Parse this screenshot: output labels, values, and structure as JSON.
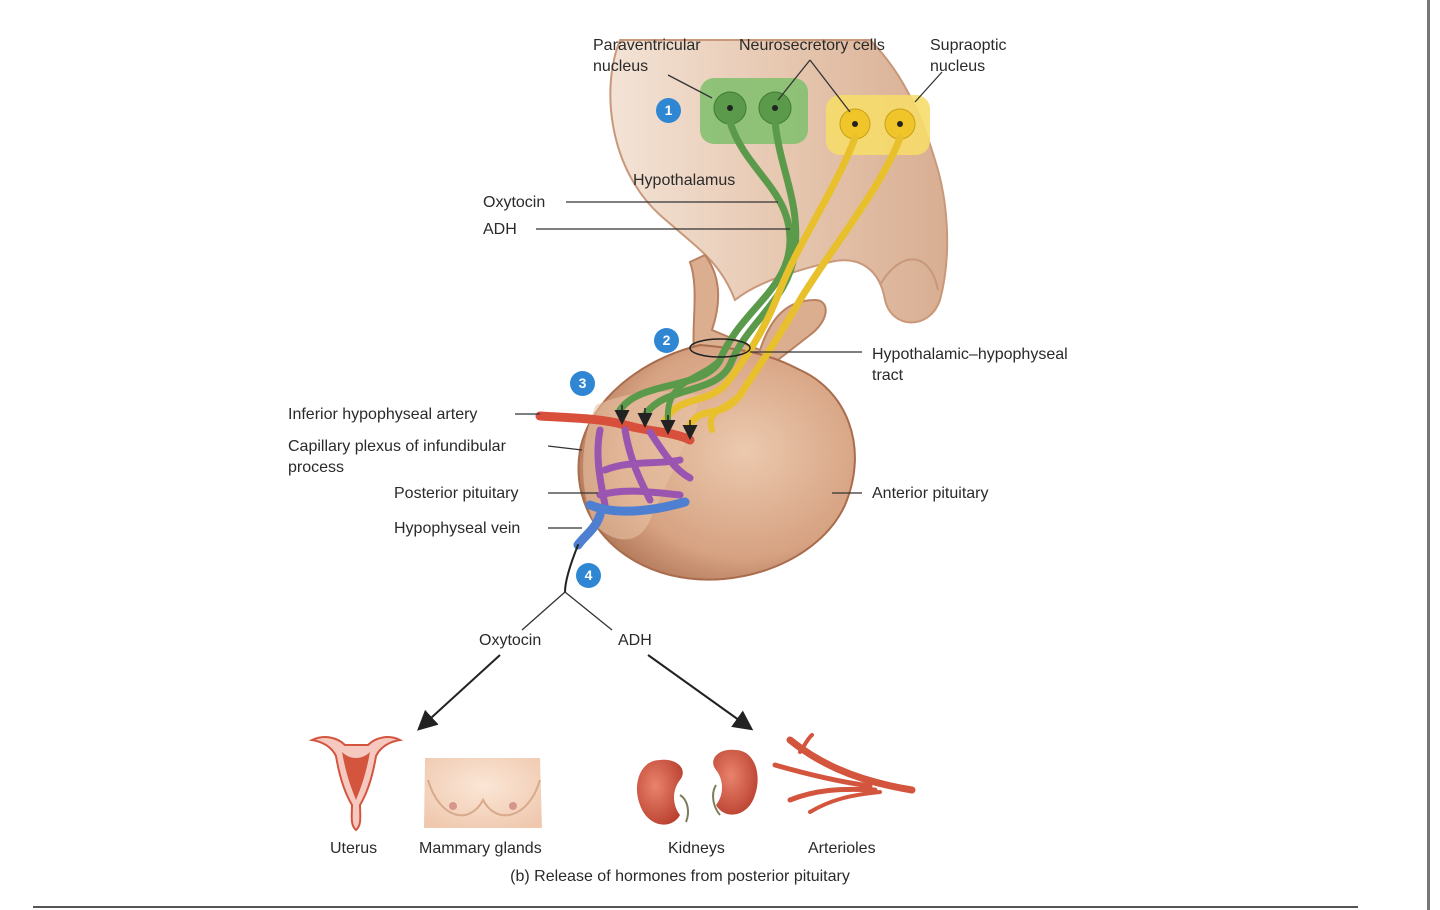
{
  "labels": {
    "paraventricular_1": "Paraventricular",
    "paraventricular_2": "nucleus",
    "neurosecretory": "Neurosecretory cells",
    "supraoptic_1": "Supraoptic",
    "supraoptic_2": "nucleus",
    "hypothalamus": "Hypothalamus",
    "oxytocin_top": "Oxytocin",
    "adh_top": "ADH",
    "tract_1": "Hypothalamic–hypophyseal",
    "tract_2": "tract",
    "inferior_artery": "Inferior hypophyseal artery",
    "capillary_1": "Capillary plexus of infundibular",
    "capillary_2": "process",
    "posterior_pituitary": "Posterior pituitary",
    "hypophyseal_vein": "Hypophyseal vein",
    "anterior_pituitary": "Anterior pituitary",
    "oxytocin_bottom": "Oxytocin",
    "adh_bottom": "ADH",
    "uterus": "Uterus",
    "mammary": "Mammary glands",
    "kidneys": "Kidneys",
    "arterioles": "Arterioles"
  },
  "steps": [
    "1",
    "2",
    "3",
    "4"
  ],
  "caption": "(b) Release of hormones from posterior pituitary",
  "colors": {
    "tissue": "#dcae90",
    "tissue_dark": "#b98162",
    "paraventricular_cells": "#6fae60",
    "supraoptic_cells": "#f2cf3a",
    "artery": "#d8503c",
    "vein": "#4f7fd0",
    "capillary_mix": "#9a55b0",
    "step_badge": "#2f86d3",
    "organ_red": "#d4553e",
    "skin": "#f3d3bc"
  }
}
